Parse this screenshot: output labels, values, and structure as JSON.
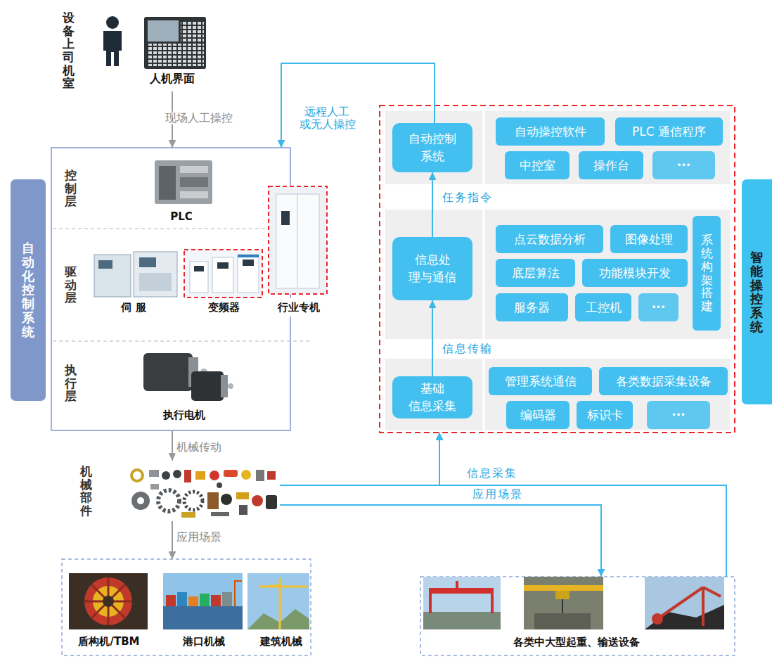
{
  "diagram": {
    "nodes": [
      {
        "text": [
          "设备上司机室",
          "人机界面"
        ]
      },
      {
        "text": [
          "自动化控制系统"
        ]
      },
      {
        "text": [
          "控制层"
        ],
        "in": 1
      },
      {
        "text": [
          "PLC"
        ],
        "in": 2
      },
      {
        "text": [
          "驱动层"
        ],
        "in": 1
      },
      {
        "text": [
          "伺 服"
        ],
        "in": 4
      },
      {
        "text": [
          "变频器"
        ],
        "in": 4
      },
      {
        "text": [
          "行业专机"
        ],
        "in": 4
      },
      {
        "text": [
          "执行层"
        ],
        "in": 1
      },
      {
        "text": [
          "执行电机"
        ],
        "in": 8
      },
      {
        "text": [
          "机械部件"
        ]
      },
      {
        "text": [
          "盾构机/TBM",
          "港口机械",
          "建筑机械"
        ]
      },
      {
        "text": [
          "智能操控系统"
        ]
      },
      {
        "text": [
          "自动控制 系统"
        ],
        "in": 12
      },
      {
        "text": [
          "自动操控软件"
        ],
        "in": 12
      },
      {
        "text": [
          "PLC 通信程序"
        ],
        "in": 12
      },
      {
        "text": [
          "中控室"
        ],
        "in": 12
      },
      {
        "text": [
          "操作台"
        ],
        "in": 12
      },
      {
        "text": [
          "···"
        ],
        "in": 12
      },
      {
        "text": [
          "信息处 理与通信"
        ],
        "in": 12
      },
      {
        "text": [
          "点云数据分析"
        ],
        "in": 12
      },
      {
        "text": [
          "图像处理"
        ],
        "in": 12
      },
      {
        "text": [
          "系统构架搭建"
        ],
        "in": 12
      },
      {
        "text": [
          "底层算法"
        ],
        "in": 12
      },
      {
        "text": [
          "功能模块开发"
        ],
        "in": 12
      },
      {
        "text": [
          "服务器"
        ],
        "in": 12
      },
      {
        "text": [
          "工控机"
        ],
        "in": 12
      },
      {
        "text": [
          "···"
        ],
        "in": 12
      },
      {
        "text": [
          "基础 信息采集"
        ],
        "in": 12
      },
      {
        "text": [
          "管理系统通信"
        ],
        "in": 12
      },
      {
        "text": [
          "各类数据采集设备"
        ],
        "in": 12
      },
      {
        "text": [
          "编码器"
        ],
        "in": 12
      },
      {
        "text": [
          "标识卡"
        ],
        "in": 12
      },
      {
        "text": [
          "···"
        ],
        "in": 12
      },
      {
        "text": [
          "各类中大型起重、输送设备"
        ]
      }
    ],
    "edges": [
      {
        "from": 0,
        "to": 1,
        "label": "现场人工操控",
        "arrow": "to"
      },
      {
        "from": 13,
        "to": 1,
        "label": "远程人工 或无人操控",
        "arrow": "to"
      },
      {
        "from": 28,
        "to": 19,
        "label": "信息传输",
        "arrow": "to"
      },
      {
        "from": 19,
        "to": 13,
        "label": "任务指令",
        "arrow": "to"
      },
      {
        "from": 1,
        "to": 10,
        "label": "机械传动",
        "arrow": "to"
      },
      {
        "from": 10,
        "to": 11,
        "label": "应用场景",
        "arrow": "to"
      },
      {
        "from": 10,
        "to": 34,
        "label": "应用场景",
        "arrow": "to"
      },
      {
        "from": 10,
        "to": 12,
        "label": "信息采集",
        "arrow": "to"
      },
      {
        "from": 34,
        "to": 12,
        "arrow": "to"
      }
    ]
  }
}
